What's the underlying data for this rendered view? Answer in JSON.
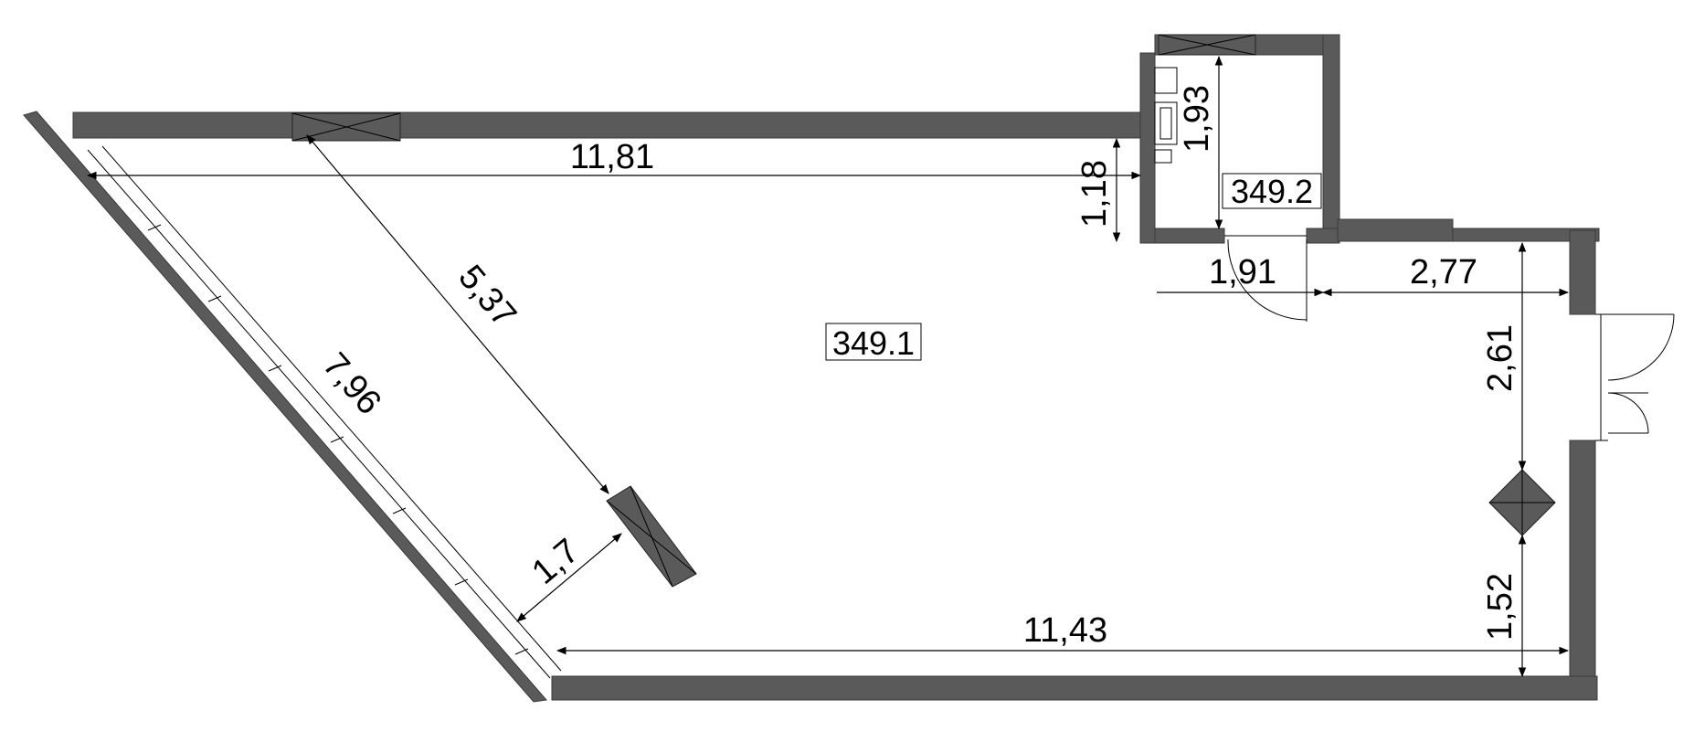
{
  "rooms": {
    "main": "349.1",
    "small": "349.2"
  },
  "dimensions": {
    "top_length": "11,81",
    "bottom_length": "11,43",
    "left_diagonal": "7,96",
    "inner_diagonal": "5,37",
    "column_offset": "1,7",
    "small_height": "1,93",
    "small_offset": "1,18",
    "door_width": "1,91",
    "right_segment": "2,77",
    "right_upper": "2,61",
    "right_lower": "1,52"
  },
  "colors": {
    "wall": "#5a5a5a",
    "line": "#000000",
    "background": "#ffffff"
  }
}
